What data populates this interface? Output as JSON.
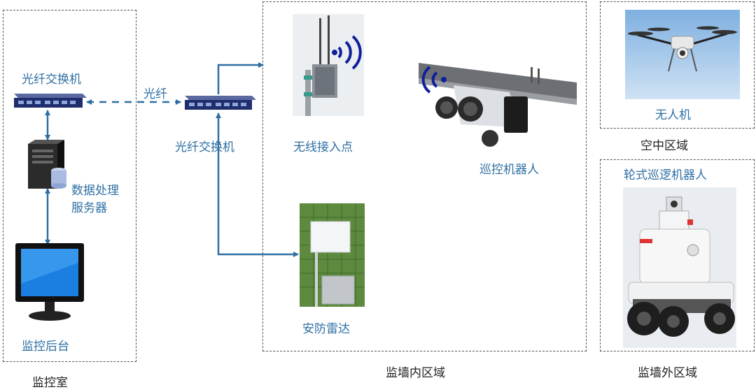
{
  "zones": {
    "monitor_room": "监控室",
    "inner_area": "监墙内区域",
    "air_area": "空中区域",
    "outer_area": "监墙外区域"
  },
  "devices": {
    "switch_left": "光纤交换机",
    "fiber": "光纤",
    "switch_mid": "光纤交换机",
    "server_line1": "数据处理",
    "server_line2": "服务器",
    "console": "监控后台",
    "wireless_ap": "无线接入点",
    "rail_robot": "巡控机器人",
    "radar": "安防雷达",
    "drone": "无人机",
    "wheeled_robot": "轮式巡逻机器人"
  },
  "colors": {
    "accent": "#2e6fa3",
    "zone_border": "#555555"
  }
}
